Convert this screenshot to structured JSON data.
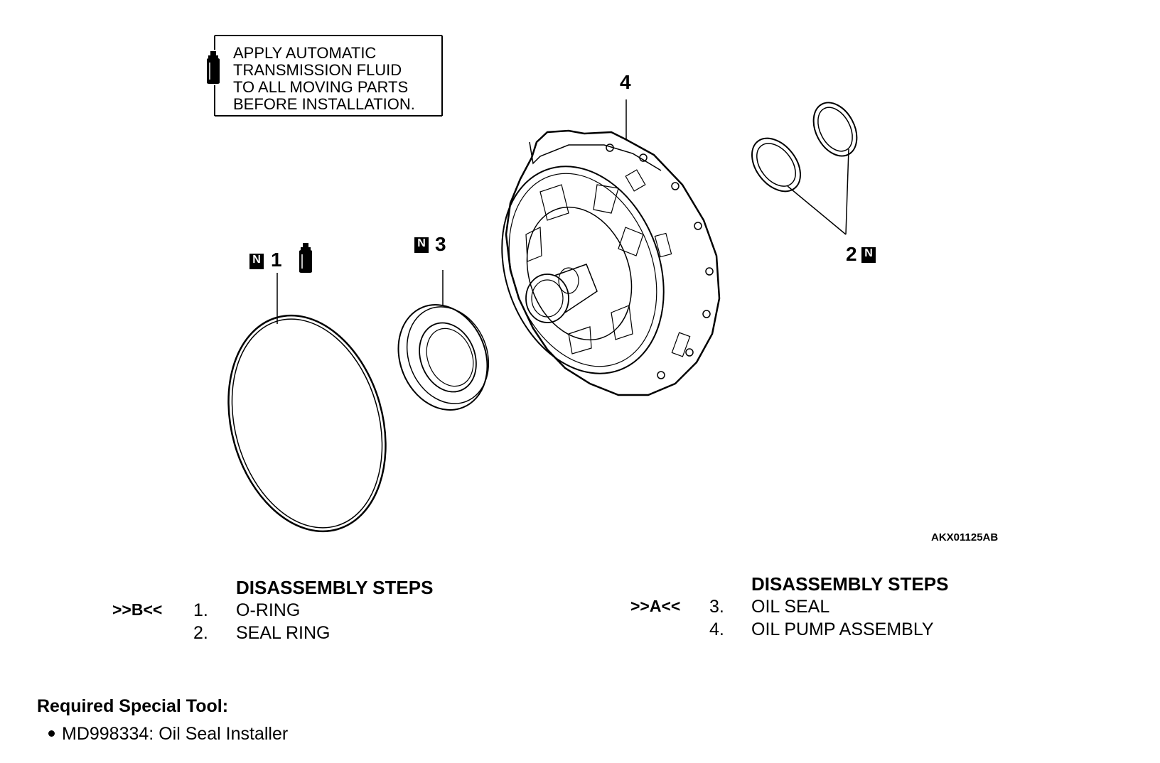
{
  "note": {
    "lines": [
      "APPLY AUTOMATIC",
      "TRANSMISSION FLUID",
      "TO ALL MOVING PARTS",
      "BEFORE INSTALLATION."
    ]
  },
  "callouts": {
    "part1": "1",
    "part2": "2",
    "part3": "3",
    "part4": "4",
    "new_part_mark": "N"
  },
  "figure_code": "AKX01125AB",
  "left_steps": {
    "heading": "DISASSEMBLY STEPS",
    "rows": [
      {
        "code": ">>B<<",
        "num": "1.",
        "label": "O-RING"
      },
      {
        "code": "",
        "num": "2.",
        "label": "SEAL RING"
      }
    ]
  },
  "right_steps": {
    "heading": "DISASSEMBLY STEPS",
    "rows": [
      {
        "code": ">>A<<",
        "num": "3.",
        "label": "OIL SEAL"
      },
      {
        "code": "",
        "num": "4.",
        "label": "OIL PUMP ASSEMBLY"
      }
    ]
  },
  "tools": {
    "title": "Required Special Tool:",
    "items": [
      "MD998334: Oil Seal Installer"
    ]
  }
}
